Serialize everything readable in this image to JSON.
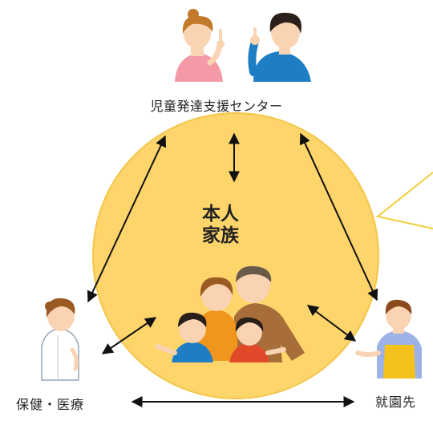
{
  "nodes": {
    "top": {
      "label": "児童発達支援センター"
    },
    "center": {
      "line1": "本人",
      "line2": "家族"
    },
    "left": {
      "label": "保健・医療"
    },
    "right": {
      "label": "就園先"
    }
  },
  "colors": {
    "circle_fill": "#fdd56b",
    "circle_stroke": "#f4c64a",
    "arrow": "#111111",
    "callout_stroke": "#f2cd3c",
    "skin": "#fad3b3",
    "hair_brown": "#9a5a24",
    "hair_dark": "#2a1f1a",
    "shirt_pink": "#f49aa7",
    "shirt_blue": "#1f7dc4",
    "shirt_orange": "#f0961c",
    "apron_yellow": "#f3c31c",
    "shirt_purple": "#9db2e6"
  },
  "icons": [
    "woman-pointing-figure",
    "man-pointing-figure",
    "family-figure",
    "nurse-figure",
    "teacher-figure"
  ]
}
